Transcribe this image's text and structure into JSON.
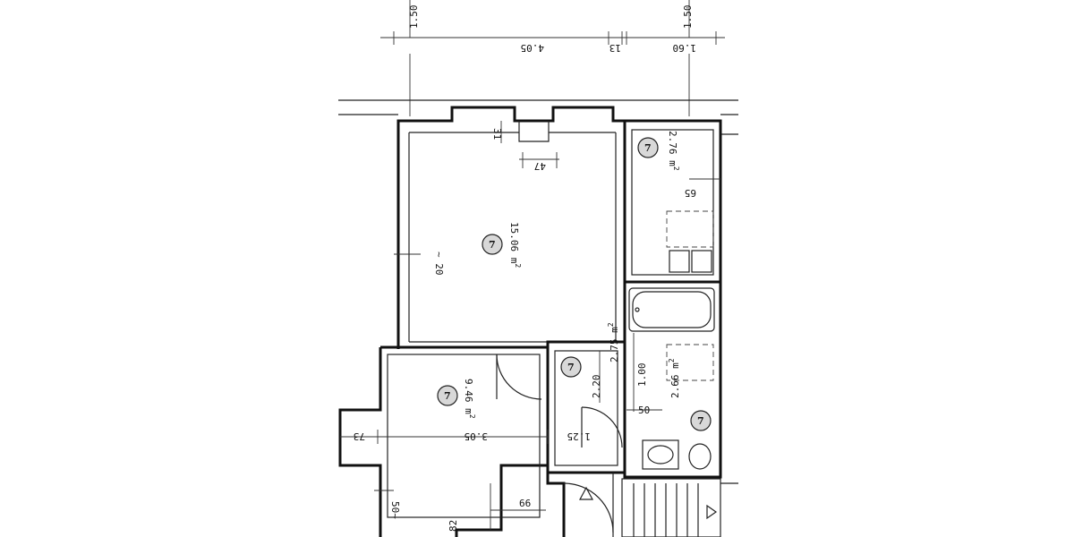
{
  "plan": {
    "areas": {
      "living": "15.06 m",
      "bedroom": "9.46 m",
      "hall": "2.75 m",
      "kitchen": "2.76 m",
      "bath": "2.66 m"
    },
    "area_sup": "2",
    "room_marker": "7",
    "dims": {
      "top_left_vertical": "1.50 m",
      "top_right_vertical": "1.50 m",
      "top_405": "4.05",
      "top_13": "13",
      "top_160": "1.60",
      "d31": "31",
      "d47": "47",
      "d20": "~ 20",
      "d65": "65",
      "d220": "2.20",
      "d100": "1.00",
      "d50a": "50",
      "d305": "3.05",
      "d125": "1.25",
      "d73": "73",
      "d66": "66",
      "d50b": "50~",
      "d82": "82"
    }
  }
}
